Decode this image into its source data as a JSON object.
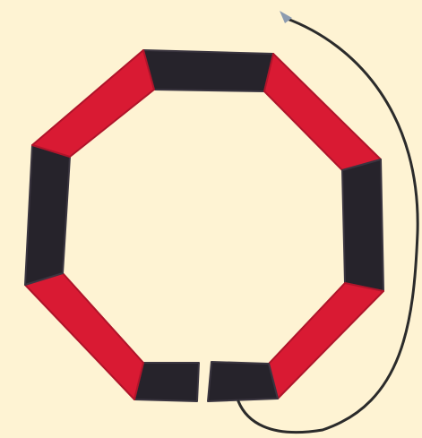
{
  "scene": {
    "subject": "octagonal-coil-segments",
    "colors": {
      "background": "#FEF3D3",
      "red_segment": "#D91A33",
      "red_segment_dark": "#B0142A",
      "dark_segment": "#26232B",
      "dark_segment_light": "#3A3540",
      "wire": "#2B2B2B",
      "wire_tip": "#8C9BB0"
    },
    "segments": [
      {
        "id": "top",
        "color": "dark"
      },
      {
        "id": "top-right",
        "color": "red"
      },
      {
        "id": "right",
        "color": "dark"
      },
      {
        "id": "bottom-right",
        "color": "red"
      },
      {
        "id": "bottom-right-half",
        "color": "dark"
      },
      {
        "id": "bottom-left-half",
        "color": "dark"
      },
      {
        "id": "bottom-left",
        "color": "red"
      },
      {
        "id": "left",
        "color": "dark"
      },
      {
        "id": "top-left",
        "color": "red"
      }
    ]
  }
}
